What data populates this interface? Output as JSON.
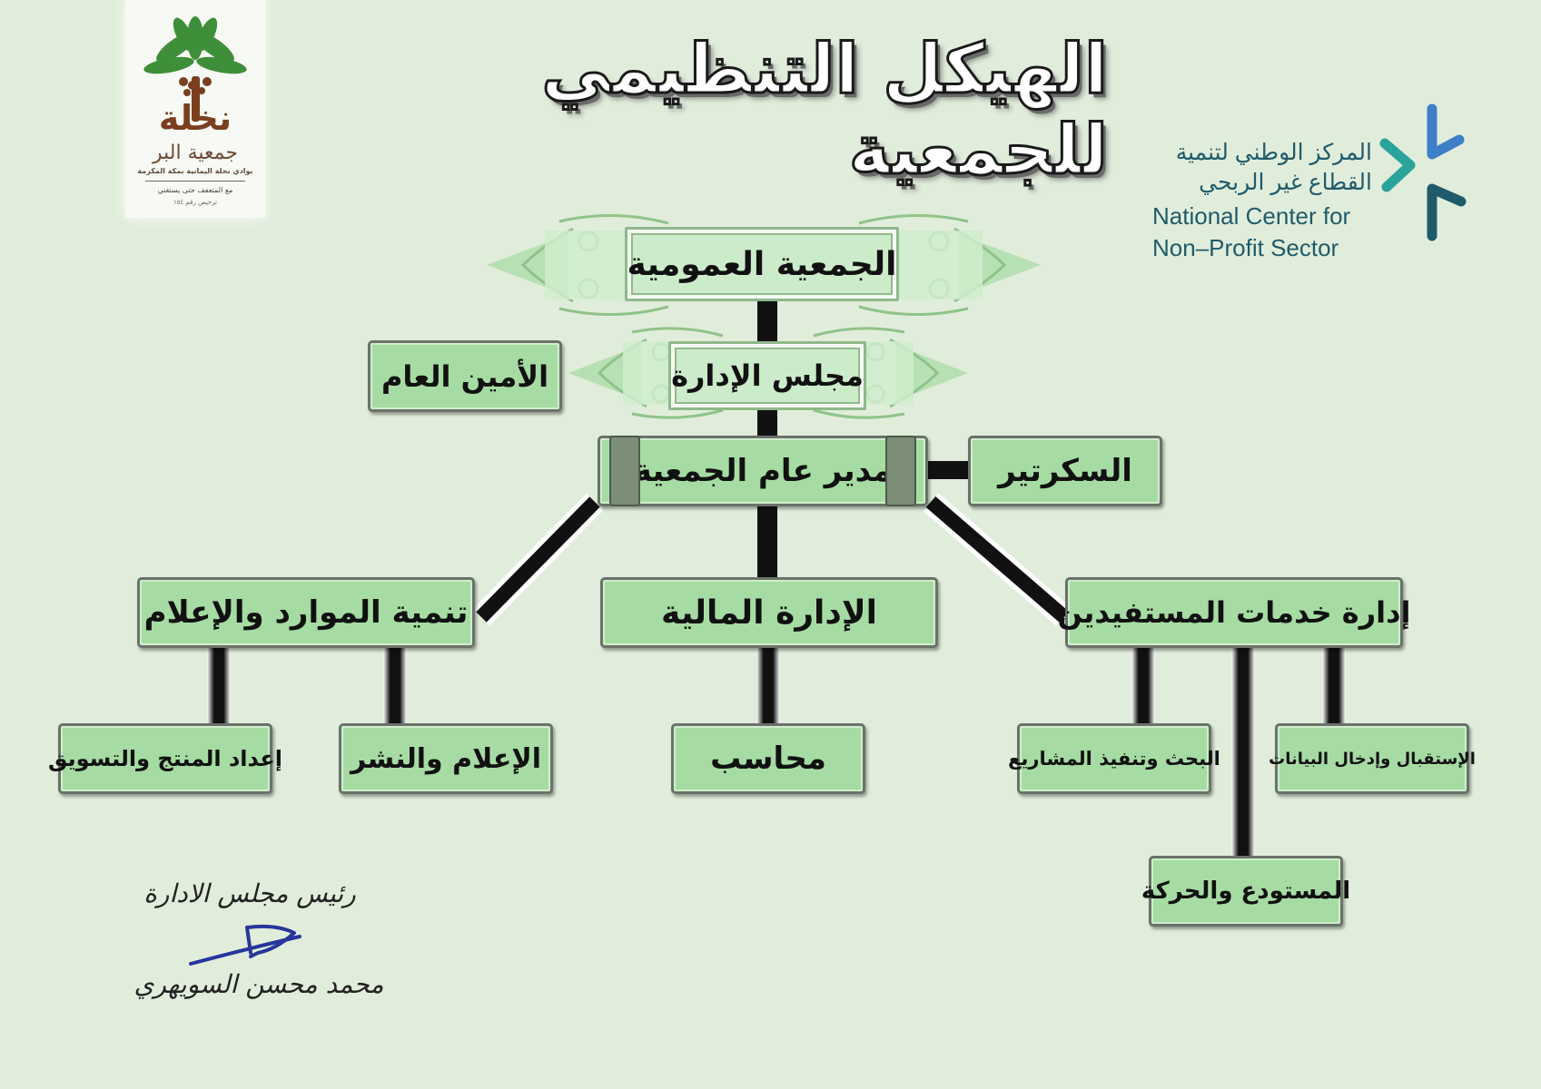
{
  "title": "الهيكل التنظيمي للجمعية",
  "logo_left": {
    "word_main": "نخلة",
    "org_name": "جمعية البر",
    "org_subtitle": "بوادي نخلة اليمانية بمكة المكرمة",
    "slogan": "مع المتعفف حتى يستغني",
    "license": "ترخيص رقم ١٥٤"
  },
  "logo_right": {
    "ar_line1": "المركز الوطني لتنمية",
    "ar_line2": "القطاع غير الربحي",
    "en_line1": "National Center for",
    "en_line2": "Non–Profit Sector"
  },
  "nodes": {
    "general_assembly": "الجمعية العمومية",
    "board": "مجلس الإدارة",
    "secretary_general": "الأمين العام",
    "general_manager": "مدير عام الجمعية",
    "secretary": "السكرتير",
    "resource_dev": "تنمية الموارد والإعلام",
    "finance": "الإدارة المالية",
    "beneficiary_services": "إدارة خدمات المستفيدين",
    "product_marketing": "إعداد المنتج والتسويق",
    "media_publishing": "الإعلام والنشر",
    "accountant": "محاسب",
    "research_projects": "البحث وتنفيذ المشاريع",
    "reception_data": "الإستقبال وإدخال البيانات",
    "warehouse": "المستودع والحركة"
  },
  "signature": {
    "role": "رئيس مجلس الادارة",
    "name": "محمد محسن السويهري"
  },
  "colors": {
    "background": "#e1eddb",
    "box_fill": "#a6dca3",
    "connector": "#111111",
    "ncnp_teal": "#2aa39a",
    "ncnp_blue": "#3f7fc7",
    "ncnp_dark": "#1f5b6b"
  }
}
